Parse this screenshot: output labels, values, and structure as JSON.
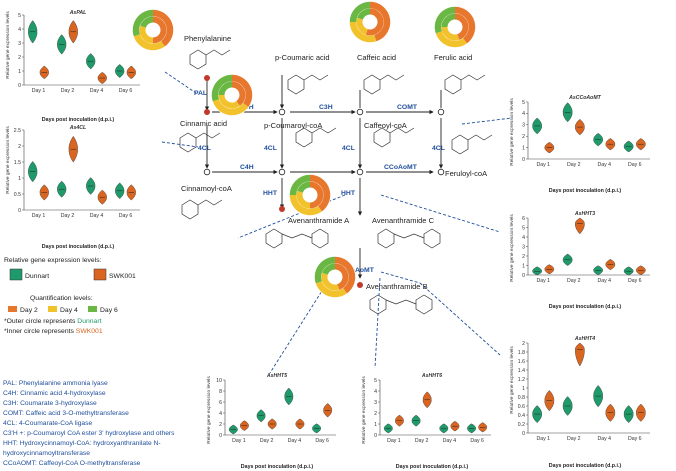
{
  "colors": {
    "dunnart": "#1f9a6a",
    "swk001": "#d96520",
    "day2": "#e8772e",
    "day4": "#f2c22c",
    "day6": "#6ab843",
    "enzyme_text": "#1f4e9b",
    "dashed_line": "#1f4e9b",
    "node_red": "#c0392b"
  },
  "compounds": {
    "phenylalanine": "Phenylalanine",
    "cinnamic_acid": "Cinnamic acid",
    "cinnamoyl_coa": "Cinnamoyl-coA",
    "p_coumaric_acid": "p-Coumaric acid",
    "caffeic_acid": "Caffeic acid",
    "ferulic_acid": "Ferulic acid",
    "p_coumaroyl_coa": "p-Coumaroyl-coA",
    "caffeoyl_coa": "Caffeoyl-coA",
    "feruloyl_coa": "Feruloyl-coA",
    "avenanthramide_a": "Avenanthramide A",
    "avenanthramide_c": "Avenanthramide C",
    "avenanthramide_b": "Avenanthramide B"
  },
  "enzymes": {
    "pal": "PAL",
    "c4h": "C4H",
    "c3h": "C3H",
    "comt": "COMT",
    "fourcl": "4CL",
    "ccoaomt": "CCoAoMT",
    "hht": "HHT"
  },
  "legend": {
    "expr_title": "Relative gene expression levels:",
    "dunnart": "Dunnart",
    "swk001": "SWK001",
    "quant_title": "Quantification levels:",
    "day2": "Day 2",
    "day4": "Day 4",
    "day6": "Day 6",
    "outer_prefix": "*Outer circle represents",
    "outer_name": "Dunnart",
    "inner_prefix": "*Inner circle represents",
    "inner_name": "SWK001"
  },
  "abbreviations": [
    "PAL: Phenylalanine ammonia lyase",
    "C4H: Cinnamic acid 4-hydroxylase",
    "C3H: Coumarate 3-hydroxylase",
    "COMT: Caffeic acid 3-O-methyltransferase",
    "4CL: 4-Coumarate-CoA ligase",
    "C3'H +: p-Coumaroyl CoA ester 3' hydroxylase and others",
    "HHT: Hydroxycinnamoyl-CoA: hydroxyanthranilate N-",
    "hydroxycinnamoyltransferase",
    "CCoAOMT: Caffeoyl-CoA O-methyltransferase"
  ],
  "chart_data": [
    {
      "type": "violin",
      "title": "AsPAL",
      "ylabel": "Relative gene expression levels",
      "xlabel": "Days post inoculation (d.p.i.)",
      "categories": [
        "Day 1",
        "Day 2",
        "Day 4",
        "Day 6"
      ],
      "ylim": [
        0,
        5
      ],
      "yticks": [
        "0",
        "1",
        "2",
        "3",
        "4",
        "5"
      ],
      "series": [
        {
          "name": "Dunnart",
          "values": [
            3.8,
            2.9,
            1.7,
            1.0
          ]
        },
        {
          "name": "SWK001",
          "values": [
            0.9,
            3.8,
            0.5,
            0.9
          ]
        }
      ]
    },
    {
      "type": "violin",
      "title": "As4CL",
      "ylabel": "Relative gene expression levels",
      "xlabel": "Days post inoculation (d.p.i.)",
      "categories": [
        "Day 1",
        "Day 2",
        "Day 4",
        "Day 6"
      ],
      "ylim": [
        0,
        2.5
      ],
      "yticks": [
        "0",
        "0.5",
        "1",
        "1.5",
        "2",
        "2.5"
      ],
      "series": [
        {
          "name": "Dunnart",
          "values": [
            1.2,
            0.65,
            0.75,
            0.6
          ]
        },
        {
          "name": "SWK001",
          "values": [
            0.55,
            1.9,
            0.4,
            0.55
          ]
        }
      ]
    },
    {
      "type": "violin",
      "title": "AsCCoAoMT",
      "ylabel": "Relative gene expression levels",
      "xlabel": "Days post inoculation (d.p.i.)",
      "categories": [
        "Day 1",
        "Day 2",
        "Day 4",
        "Day 6"
      ],
      "ylim": [
        0,
        5
      ],
      "yticks": [
        "0",
        "1",
        "2",
        "3",
        "4",
        "5"
      ],
      "series": [
        {
          "name": "Dunnart",
          "values": [
            2.9,
            4.1,
            1.7,
            1.1
          ]
        },
        {
          "name": "SWK001",
          "values": [
            1.0,
            2.8,
            1.3,
            1.3
          ]
        }
      ]
    },
    {
      "type": "violin",
      "title": "AsHHT3",
      "ylabel": "Relative gene expression levels",
      "xlabel": "Days post inoculation (d.p.i.)",
      "categories": [
        "Day 1",
        "Day 2",
        "Day 4",
        "Day 6"
      ],
      "ylim": [
        0,
        6
      ],
      "yticks": [
        "0",
        "1",
        "2",
        "3",
        "4",
        "5",
        "6"
      ],
      "series": [
        {
          "name": "Dunnart",
          "values": [
            0.4,
            1.6,
            0.5,
            0.4
          ]
        },
        {
          "name": "SWK001",
          "values": [
            0.6,
            5.4,
            1.1,
            0.5
          ]
        }
      ]
    },
    {
      "type": "violin",
      "title": "AsHHT4",
      "ylabel": "Relative gene expression levels",
      "xlabel": "Days post inoculation (d.p.i.)",
      "categories": [
        "Day 1",
        "Day 2",
        "Day 4",
        "Day 6"
      ],
      "ylim": [
        0,
        2
      ],
      "yticks": [
        "0",
        "0.2",
        "0.4",
        "0.6",
        "0.8",
        "1",
        "1.2",
        "1.4",
        "1.6",
        "1.8",
        "2"
      ],
      "series": [
        {
          "name": "Dunnart",
          "values": [
            0.42,
            0.6,
            0.82,
            0.42
          ]
        },
        {
          "name": "SWK001",
          "values": [
            0.72,
            1.85,
            0.45,
            0.45
          ]
        }
      ]
    },
    {
      "type": "violin",
      "title": "AsHHT5",
      "ylabel": "Relative gene expression levels",
      "xlabel": "Days post inoculation (d.p.i.)",
      "categories": [
        "Day 1",
        "Day 2",
        "Day 4",
        "Day 6"
      ],
      "ylim": [
        0,
        10
      ],
      "yticks": [
        "0",
        "2",
        "4",
        "6",
        "8",
        "10"
      ],
      "series": [
        {
          "name": "Dunnart",
          "values": [
            1.0,
            3.5,
            7.0,
            1.2
          ]
        },
        {
          "name": "SWK001",
          "values": [
            1.7,
            2.0,
            2.0,
            4.5
          ]
        }
      ]
    },
    {
      "type": "violin",
      "title": "AsHHT6",
      "ylabel": "Relative gene expression levels",
      "xlabel": "Days post inoculation (d.p.i.)",
      "categories": [
        "Day 1",
        "Day 2",
        "Day 4",
        "Day 6"
      ],
      "ylim": [
        0,
        5
      ],
      "yticks": [
        "0",
        "1",
        "2",
        "3",
        "4",
        "5"
      ],
      "series": [
        {
          "name": "Dunnart",
          "values": [
            0.6,
            1.3,
            0.6,
            0.6
          ]
        },
        {
          "name": "SWK001",
          "values": [
            1.3,
            3.2,
            0.8,
            0.7
          ]
        }
      ]
    }
  ],
  "donuts": [
    {
      "id": "phenylalanine",
      "outer": [
        40,
        30,
        30
      ],
      "inner": [
        50,
        30,
        20
      ]
    },
    {
      "id": "cinnamic",
      "outer": [
        35,
        35,
        30
      ],
      "inner": [
        40,
        35,
        25
      ]
    },
    {
      "id": "caffeic",
      "outer": [
        45,
        30,
        25
      ],
      "inner": [
        55,
        25,
        20
      ]
    },
    {
      "id": "ferulic",
      "outer": [
        40,
        30,
        30
      ],
      "inner": [
        45,
        30,
        25
      ]
    },
    {
      "id": "avnA",
      "outer": [
        40,
        35,
        25
      ],
      "inner": [
        50,
        30,
        20
      ]
    },
    {
      "id": "avnB",
      "outer": [
        40,
        30,
        30
      ],
      "inner": [
        45,
        35,
        20
      ]
    }
  ]
}
